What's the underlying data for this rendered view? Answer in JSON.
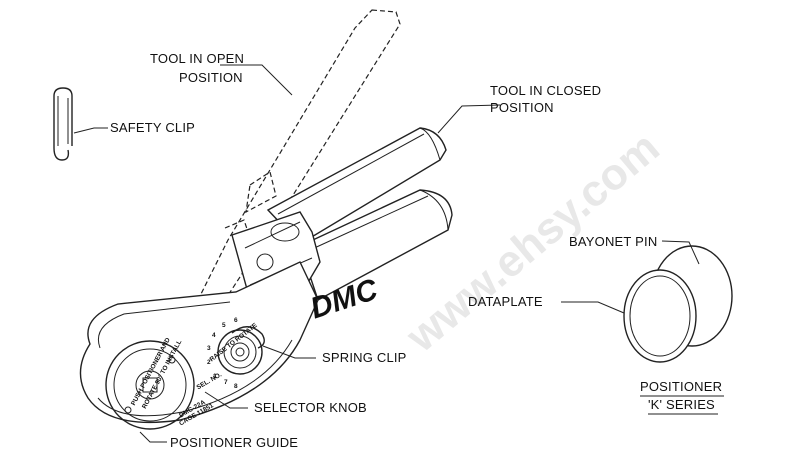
{
  "labels": {
    "tool_open": [
      "TOOL IN OPEN",
      "POSITION"
    ],
    "tool_closed": [
      "TOOL IN CLOSED",
      "POSITION"
    ],
    "safety_clip": "SAFETY CLIP",
    "bayonet_pin": "BAYONET PIN",
    "dataplate": "DATAPLATE",
    "spring_clip": "SPRING CLIP",
    "selector_knob": "SELECTOR KNOB",
    "positioner_guide": "POSITIONER GUIDE",
    "positioner_title": [
      "POSITIONER",
      "'K' SERIES"
    ]
  },
  "tool_markings": {
    "brand": "DMC",
    "raise_to_rotate": "RAISE TO ROTATE",
    "push_positioner": "PUSH POSITIONER AND",
    "rotate_install": "ROTATE 90° TO INSTALL",
    "sel_no": "SEL. NO.",
    "model": "DMC-22A",
    "case": "CAGE 11851",
    "selector_numbers": [
      "1",
      "2",
      "3",
      "4",
      "5",
      "6",
      "7",
      "8"
    ]
  },
  "watermark": "www.ehsy.com"
}
